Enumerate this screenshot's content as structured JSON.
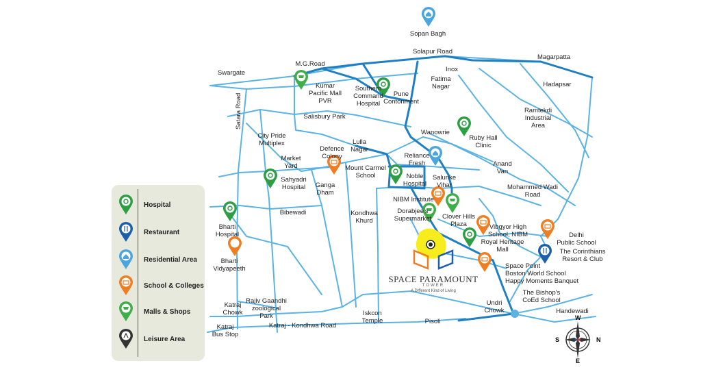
{
  "labels": {
    "sopan_bagh": "Sopan Bagh",
    "solapur_road": "Solapur Road",
    "magarpatta": "Magarpatta",
    "mg_road": "M.G.Road",
    "swargate": "Swargate",
    "inox": "Inox",
    "hadapsar": "Hadapsar",
    "kumar_pacific": "Kumar\nPacific Mall\nPVR",
    "southern_command": "Southern\nCommand\nHospital",
    "pune_contonment": "Pune\nContonment",
    "fatima_nagar": "Fatima\nNagar",
    "ramtekdi": "Ramtekdi\nIndustrial\nArea",
    "salisbury_park": "Salisbury Park",
    "satara_road": "Satara Road",
    "city_pride": "City Pride\nMultiplex",
    "wanowrie": "Wanowrie",
    "ruby_hall": "Ruby Hall\nClinic",
    "lulla_nagar": "Lulla\nNagar",
    "defence_colony": "Defence\nColony",
    "market_yard": "Market\nYard",
    "reliance_fresh": "Reliance\nFresh",
    "anand_van": "Anand\nVan",
    "mount_carmel": "Mount Carmel\nSchool",
    "sahyadri": "Sahyadri\nHospital",
    "ganga_dham": "Ganga\nDham",
    "noble_hospital": "Noble\nHospital",
    "salunke_vihar": "Salunke\nVihar",
    "mohammed_wadi": "Mohammed Wadi\nRoad",
    "nibm_institute": "NIBM Institute",
    "bharti_hospital": "Bharti\nHospital",
    "bibewadi": "Bibewadi",
    "kondhwa_khurd": "Kondhwa\nKhurd",
    "dorabjees": "Dorabjee's\nSupermarket",
    "clover_hills": "Clover Hills\nPlaza",
    "vibgyor": "Vibgyor High\nSchool, NIBM",
    "delhi_public": "Delhi\nPublic School",
    "royal_heritage": "Royal Heritage\nMall",
    "corinthians": "The Corinthians\nResort & Club",
    "bharti_vidyapeeth": "Bharti\nVidyapeeth",
    "space_point": "Space Point\nBoston World School\nHappy Moments Banquet",
    "bishops": "The Bishop's\nCoEd School",
    "rajiv_gaandhi": "Rajiv Gaandhi\nzoological\nPark",
    "katraj_chowk": "Katraj\nChowk",
    "undri_chowk": "Undri\nChowk",
    "iskcon": "Iskcon\nTemple",
    "handewadi": "Handewadi",
    "katraj_kondhwa": "Katraj - Kondhwa Road",
    "pisoli": "Pisoli",
    "katraj_bus": "Katraj\nBus Stop"
  },
  "legend": [
    {
      "label": "Hospital",
      "color": "#2e9e45",
      "icon": "hospital-icon"
    },
    {
      "label": "Restaurant",
      "color": "#1d5fa8",
      "icon": "restaurant-icon"
    },
    {
      "label": "Residential Area",
      "color": "#4aa6dc",
      "icon": "home-icon"
    },
    {
      "label": "School & Colleges",
      "color": "#ef7d22",
      "icon": "book-icon"
    },
    {
      "label": "Malls & Shops",
      "color": "#3fae49",
      "icon": "cart-icon"
    },
    {
      "label": "Leisure Area",
      "color": "#333333",
      "icon": "leisure-icon"
    }
  ],
  "brand": {
    "name": "SPACE PARAMOUNT",
    "sub": "TOWER",
    "tagline": "A Different Kind of Living"
  },
  "compass": {
    "n": "N",
    "s": "S",
    "e": "E",
    "w": "W"
  },
  "colors": {
    "road": "#5bb3e3",
    "main_road": "#1f7fc2",
    "project_blob": "#f7ec1d",
    "legend_bg": "#e7e9dd"
  }
}
